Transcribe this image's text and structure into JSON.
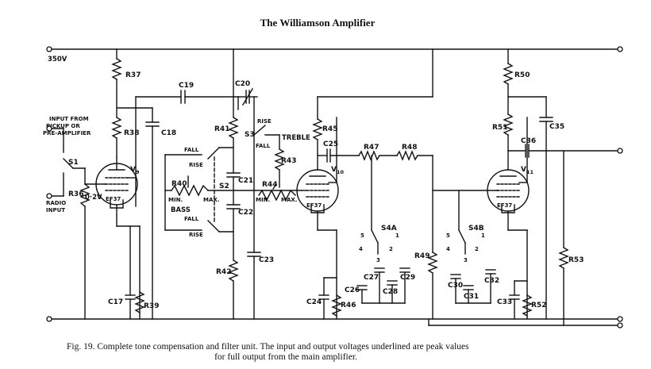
{
  "title": "The Williamson Amplifier",
  "caption": {
    "line1": "Fig. 19.  Complete tone compensation and filter unit.  The input and output voltages underlined are peak values",
    "line2": "for full output from the main amplifier."
  },
  "labels": {
    "supply": "350V",
    "input_pickup": [
      "INPUT FROM",
      "PICKUP OR",
      "PRE-AMPLIFIER"
    ],
    "radio_input": [
      "RADIO",
      "INPUT"
    ],
    "input_voltage": "0·2V",
    "bass": "BASS",
    "treble": "TREBLE",
    "fall": "FALL",
    "rise": "RISE",
    "min": "MIN.",
    "max": "MAX.",
    "tube_type": "EF37"
  },
  "valves": [
    {
      "id": "V9",
      "name": "V",
      "sub": "9"
    },
    {
      "id": "V10",
      "name": "V",
      "sub": "10"
    },
    {
      "id": "V11",
      "name": "V",
      "sub": "11"
    }
  ],
  "resistors": [
    "R37",
    "R38",
    "R39",
    "R36",
    "R41",
    "R40",
    "R42",
    "R43",
    "R44",
    "R45",
    "R46",
    "R47",
    "R48",
    "R49",
    "R50",
    "R51",
    "R52",
    "R53"
  ],
  "capacitors": [
    "C19",
    "C20",
    "C18",
    "C21",
    "C22",
    "C23",
    "C17",
    "C25",
    "C24",
    "C26",
    "C27",
    "C28",
    "C29",
    "C35",
    "C36",
    "C30",
    "C31",
    "C32",
    "C33"
  ],
  "switches": [
    "S1",
    "S2",
    "S3",
    "S4A",
    "S4B"
  ],
  "switch_positions": [
    "1",
    "2",
    "3",
    "4",
    "5"
  ]
}
